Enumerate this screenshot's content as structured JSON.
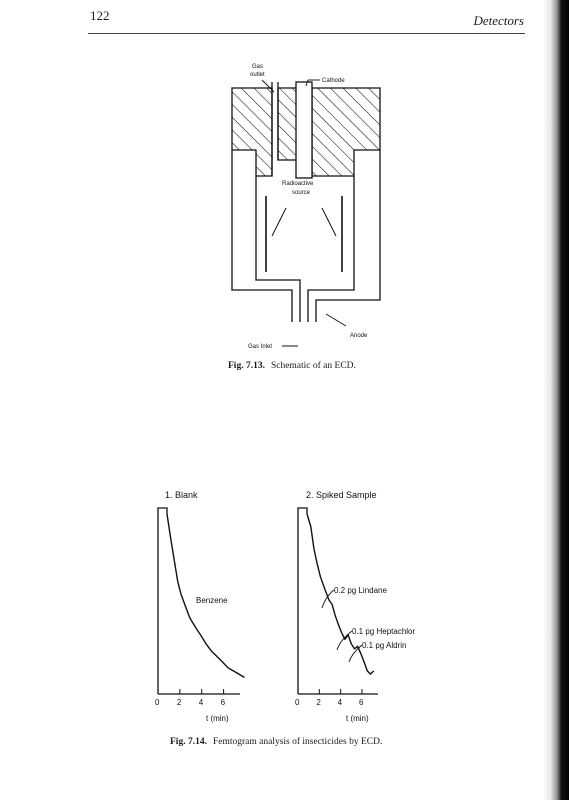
{
  "header": {
    "page_number": "122",
    "running_title": "Detectors"
  },
  "figure_713": {
    "labels": {
      "gas_outlet_line1": "Gas",
      "gas_outlet_line2": "outlet",
      "cathode": "Cathode",
      "radioactive_line1": "Radioactive",
      "radioactive_line2": "source",
      "anode": "Anode",
      "gas_inlet": "Gas Inlet"
    },
    "caption_label": "Fig. 7.13.",
    "caption_text": "Schematic of an ECD."
  },
  "figure_714": {
    "caption_label": "Fig. 7.14.",
    "caption_text": "Femtogram analysis of insecticides by ECD.",
    "chart_data": [
      {
        "type": "line",
        "title": "1. Blank",
        "xlabel": "t (min)",
        "x_ticks": [
          "0",
          "2",
          "4",
          "6"
        ],
        "annotations": [
          "Benzene"
        ],
        "series": [
          {
            "x": [
              0.3,
              0.3,
              0.7,
              0.9,
              1.2,
              1.6,
              2.0,
              2.5,
              3.0,
              3.5,
              4.0,
              4.5,
              5.0,
              5.5,
              6.0,
              6.5,
              7.0
            ],
            "y": [
              100,
              12,
              9,
              7.8,
              6.8,
              6.0,
              5.3,
              4.8,
              4.4,
              4.0,
              3.7,
              3.5,
              3.3,
              3.1,
              3.0,
              2.9,
              2.8
            ]
          }
        ]
      },
      {
        "type": "line",
        "title": "2. Spiked Sample",
        "xlabel": "t (min)",
        "x_ticks": [
          "0",
          "2",
          "4",
          "6"
        ],
        "annotations": [
          "0.2 pg Lindane",
          "0.1 pg Heptachlor",
          "0.1 pg Aldrin"
        ],
        "series": [
          {
            "x": [
              0.3,
              0.3,
              0.6,
              0.9,
              1.2,
              1.6,
              2.0,
              2.3,
              2.6,
              2.9,
              3.2,
              3.5,
              3.8,
              4.1,
              4.4,
              4.7,
              5.0,
              5.3,
              5.6,
              5.9,
              6.2
            ],
            "y": [
              100,
              14,
              11,
              9.4,
              8.2,
              7.2,
              6.4,
              6.1,
              5.4,
              4.9,
              4.5,
              4.2,
              4.4,
              4.0,
              3.8,
              3.9,
              3.6,
              3.3,
              3.0,
              2.9,
              3.0
            ]
          }
        ]
      }
    ]
  }
}
